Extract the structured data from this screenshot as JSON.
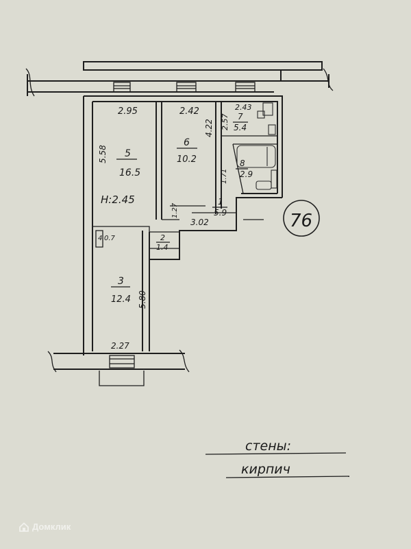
{
  "plan_number": "76",
  "height_note": "H:2.45",
  "rooms": [
    {
      "id": "5",
      "area": "16.5"
    },
    {
      "id": "6",
      "area": "10.2"
    },
    {
      "id": "7",
      "area": "5.4"
    },
    {
      "id": "8",
      "area": "2.9"
    },
    {
      "id": "1",
      "area": "5.9"
    },
    {
      "id": "2",
      "area": "1.4"
    },
    {
      "id": "3",
      "area": "12.4"
    },
    {
      "id": "4",
      "area": "0.7"
    }
  ],
  "dimensions": {
    "room5_width": "2.95",
    "room6_width": "2.42",
    "room7_width": "2.43",
    "room7_depth": "2.57",
    "room5_depth": "5.58",
    "room6_depth": "4.22",
    "hall_side": "1.71",
    "hall_small": "1.27",
    "hall_length": "3.02",
    "room3_depth": "5.80",
    "room3_width": "2.27"
  },
  "legend": {
    "line1": "стены:",
    "line2": "кирпич"
  },
  "watermark": "Домклик",
  "icons": {
    "watermark": "house-logo-icon"
  }
}
